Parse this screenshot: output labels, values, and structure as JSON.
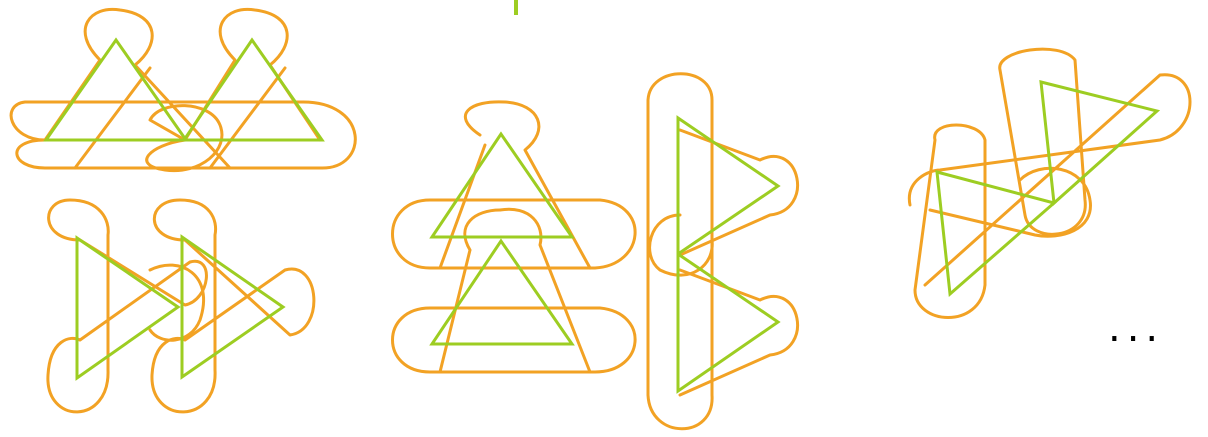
{
  "colors": {
    "tile_outline": "#f2a224",
    "triangle": "#9dcd22",
    "divider": "#9dcd22",
    "text": "#000000"
  },
  "ellipsis_text": "...",
  "figures": [
    {
      "name": "top-left-pair",
      "triangles": [
        "up",
        "up"
      ]
    },
    {
      "name": "bottom-left-pair",
      "triangles": [
        "right",
        "right"
      ]
    },
    {
      "name": "middle-stacked-pair",
      "triangles": [
        "up",
        "up"
      ]
    },
    {
      "name": "middle-right-vertical-pair",
      "triangles": [
        "right",
        "right"
      ]
    },
    {
      "name": "far-right-rotated-pair",
      "triangles": [
        "rotated",
        "rotated"
      ]
    }
  ]
}
